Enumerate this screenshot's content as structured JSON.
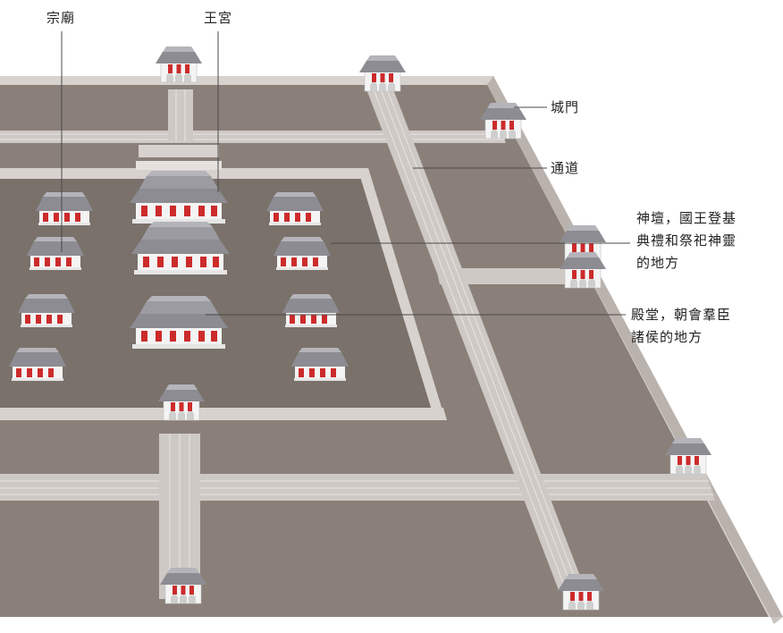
{
  "labels": {
    "ancestral_temple": "宗廟",
    "royal_palace": "王宮",
    "city_gate": "城門",
    "passage": "通道",
    "altar": [
      "神壇，國王登基",
      "典禮和祭祀神靈",
      "的地方"
    ],
    "hall": [
      "殿堂，朝會羣臣",
      "諸侯的地方"
    ]
  },
  "colors": {
    "ground": "#8a8079",
    "ground_dark": "#7a716b",
    "wall": "#d8d2cf",
    "wall_edge": "#a69c96",
    "road": "#cfc9c6",
    "roof": "#8c8c92",
    "roof_light": "#b4b4ba",
    "pillar_red": "#cc2b2b",
    "building_white": "#f4f4f4"
  }
}
